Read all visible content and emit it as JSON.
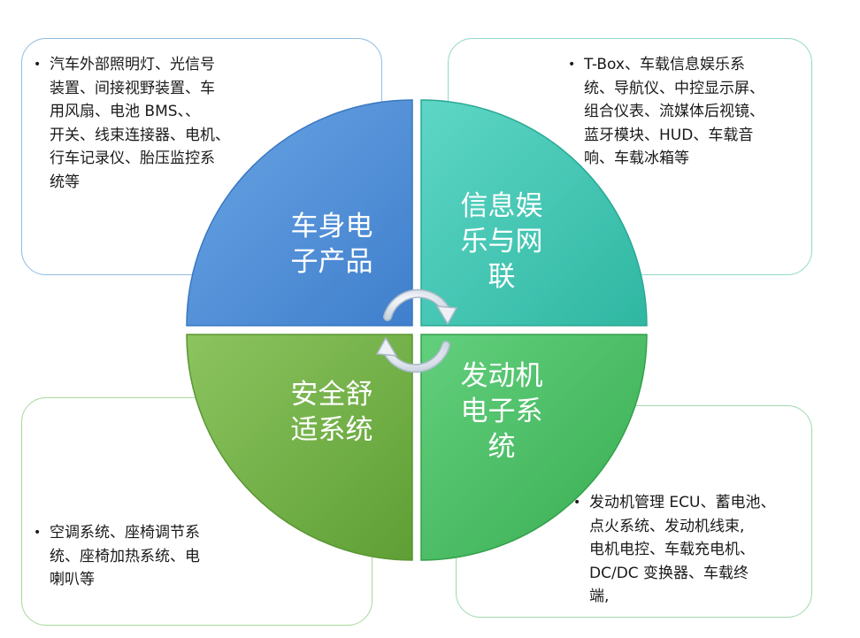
{
  "quadrants": {
    "top_left": {
      "label_lines": [
        "车身电",
        "子产品"
      ],
      "color": "#4f8fd6"
    },
    "top_right": {
      "label_lines": [
        "信息娱",
        "乐与网",
        "联"
      ],
      "color": "#3fc7b4"
    },
    "bottom_left": {
      "label_lines": [
        "安全舒",
        "适系统"
      ],
      "color": "#74b34a"
    },
    "bottom_right": {
      "label_lines": [
        "发动机",
        "电子系",
        "统"
      ],
      "color": "#4cbf66"
    }
  },
  "boxes": {
    "top_left": {
      "bullet": "•",
      "lines": [
        "汽车外部照明灯、光信号",
        "装置、间接视野装置、车",
        "用风扇、电池 BMS、、",
        "开关、线束连接器、电机、",
        "行车记录仪、胎压监控系",
        "统等"
      ]
    },
    "top_right": {
      "bullet": "•",
      "lines": [
        "T-Box、车载信息娱乐系",
        "统、导航仪、中控显示屏、",
        "组合仪表、流媒体后视镜、",
        "蓝牙模块、HUD、车载音",
        "响、车载冰箱等"
      ]
    },
    "bottom_left": {
      "bullet": "•",
      "lines": [
        "空调系统、座椅调节系",
        "统、座椅加热系统、电",
        "喇叭等"
      ]
    },
    "bottom_right": {
      "bullet": "•",
      "lines": [
        "发动机管理 ECU、蓄电池、",
        "点火系统、发动机线束,",
        "电机电控、车载充电机、",
        "DC/DC 变换器、车载终",
        "端,"
      ]
    }
  },
  "icons": {
    "center": "cycle-arrows-icon"
  }
}
